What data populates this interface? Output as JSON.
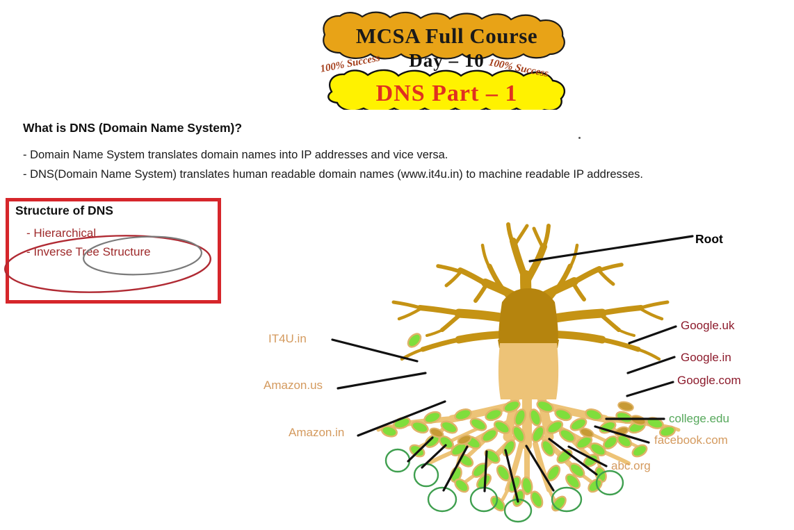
{
  "banner": {
    "course_title": "MCSA Full Course",
    "day_label": "Day – 10",
    "success_left": "100% Success",
    "success_right": "100% Success",
    "topic_title": "DNS Part – 1",
    "badge_top_color": "#E8A317",
    "badge_bottom_color": "#FFF200",
    "topic_text_color": "#e03020",
    "success_text_color": "#a33c18"
  },
  "intro": {
    "heading": "What is DNS (Domain Name System)?",
    "bullets": [
      "- Domain Name System translates domain names into IP addresses and vice versa.",
      "- DNS(Domain Name System) translates human readable domain names (www.it4u.in) to machine readable IP addresses."
    ]
  },
  "structure": {
    "title": "Structure of DNS",
    "items": [
      "- Hierarchical",
      "- Inverse Tree Structure"
    ],
    "box_border_color": "#d6262b",
    "item_text_color": "#9e2a2b",
    "outer_ellipse_color": "#b02a33",
    "inner_ellipse_color": "#7a7a7a"
  },
  "diagram": {
    "root_label": "Root",
    "left_labels": [
      {
        "text": "IT4U.in",
        "color": "#d49a5e"
      },
      {
        "text": "Amazon.us",
        "color": "#d49a5e"
      },
      {
        "text": "Amazon.in",
        "color": "#d49a5e"
      }
    ],
    "right_labels": [
      {
        "text": "Google.uk",
        "color": "#8c1a2b"
      },
      {
        "text": "Google.in",
        "color": "#8c1a2b"
      },
      {
        "text": "Google.com",
        "color": "#8c1a2b"
      },
      {
        "text": "college.edu",
        "color": "#56a85b"
      },
      {
        "text": "facebook.com",
        "color": "#d49a5e"
      },
      {
        "text": "abc.org",
        "color": "#d49a5e"
      }
    ],
    "colors": {
      "root_branches": "#C59314",
      "trunk_dark": "#B5840E",
      "trunk_light": "#EDC377",
      "lower_branches": "#EDC377",
      "leaf_green": "#7FDE3C",
      "leaf_outline": "#E0B368",
      "circle_green": "#3f9f4f",
      "leader_line": "#111111"
    },
    "leaf_node_circles": 7
  }
}
